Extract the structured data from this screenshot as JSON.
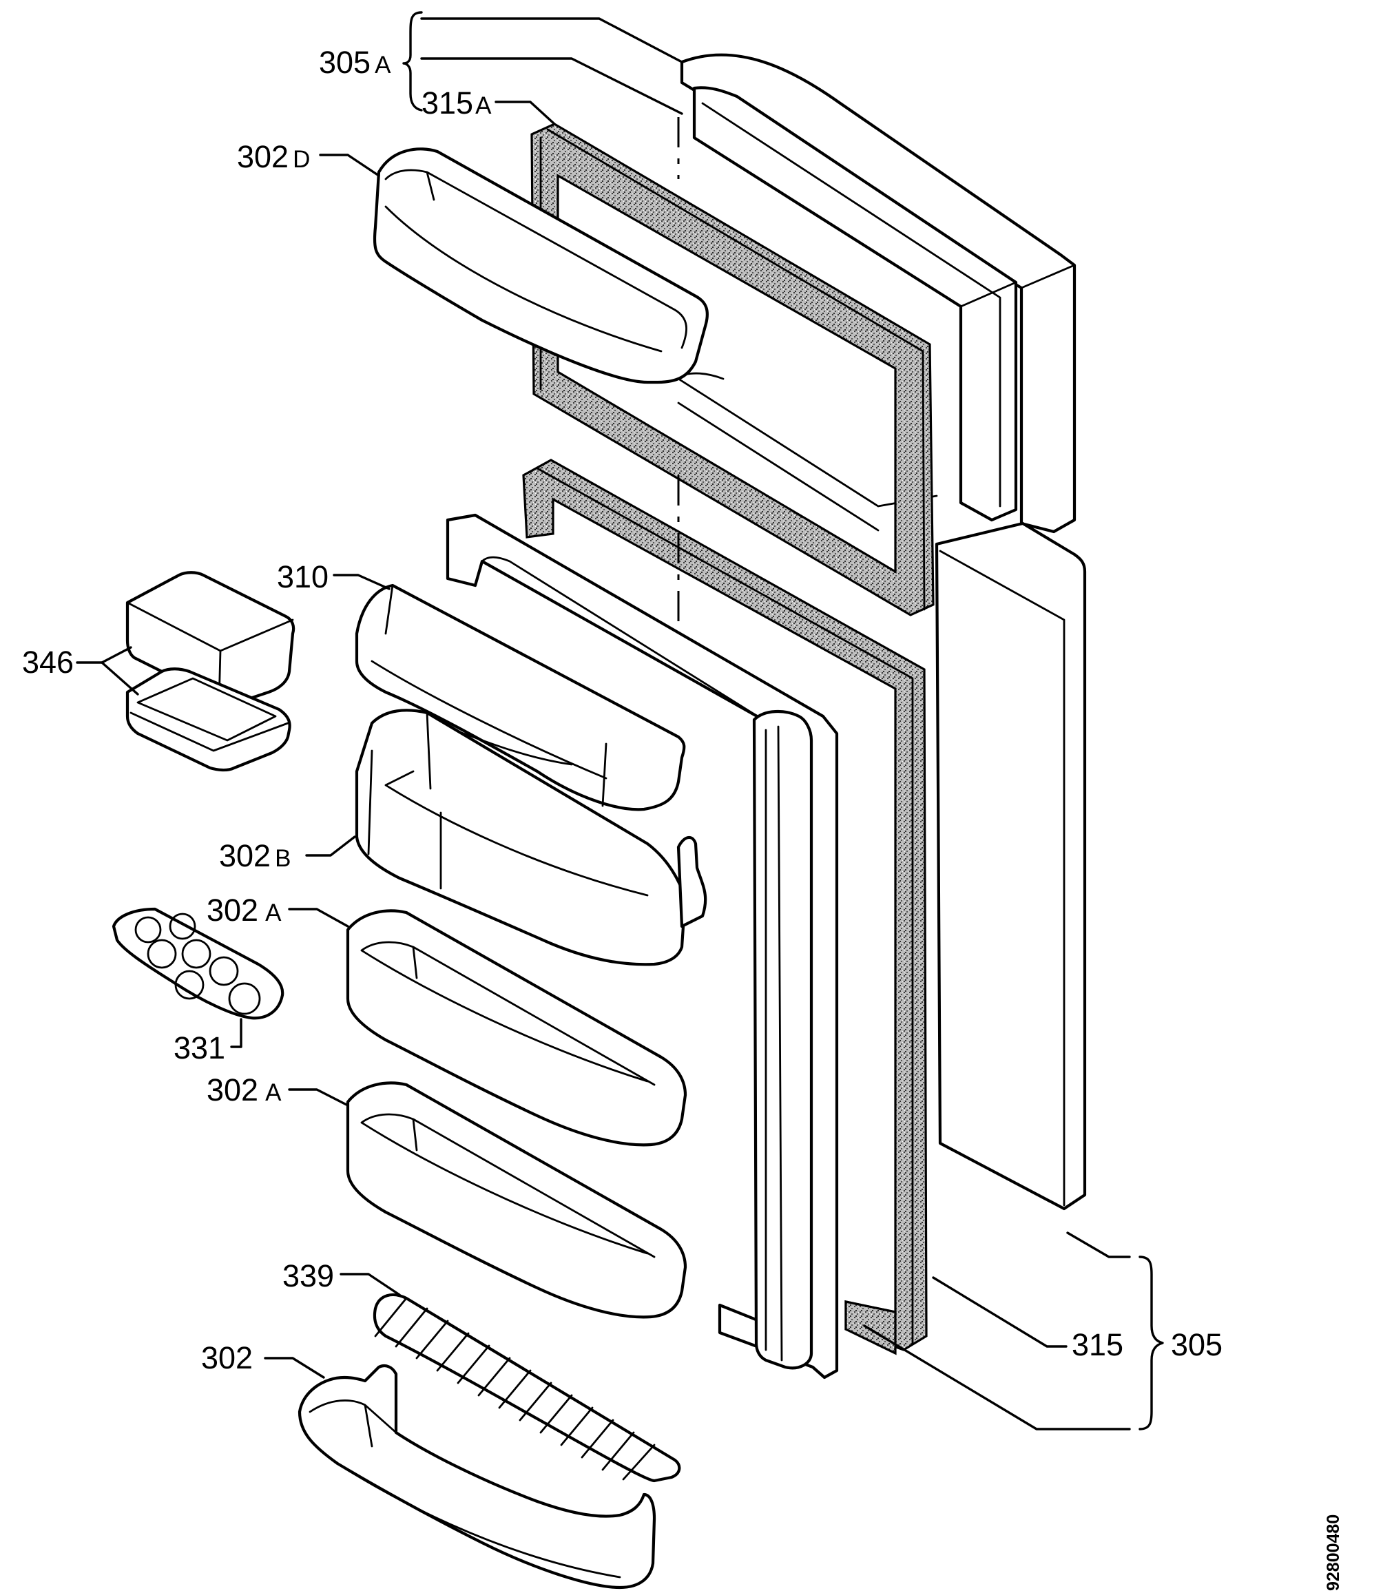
{
  "diagram_id": "92800480",
  "parts": [
    {
      "id": "p305A",
      "num": "305",
      "suffix": "A"
    },
    {
      "id": "p315A",
      "num": "315",
      "suffix": "A"
    },
    {
      "id": "p302D",
      "num": "302",
      "suffix": "D"
    },
    {
      "id": "p310",
      "num": "310",
      "suffix": ""
    },
    {
      "id": "p346",
      "num": "346",
      "suffix": ""
    },
    {
      "id": "p302B",
      "num": "302",
      "suffix": "B"
    },
    {
      "id": "p302A1",
      "num": "302",
      "suffix": "A"
    },
    {
      "id": "p331",
      "num": "331",
      "suffix": ""
    },
    {
      "id": "p302A2",
      "num": "302",
      "suffix": "A"
    },
    {
      "id": "p339",
      "num": "339",
      "suffix": ""
    },
    {
      "id": "p302",
      "num": "302",
      "suffix": ""
    },
    {
      "id": "p315",
      "num": "315",
      "suffix": ""
    },
    {
      "id": "p305",
      "num": "305",
      "suffix": ""
    }
  ]
}
